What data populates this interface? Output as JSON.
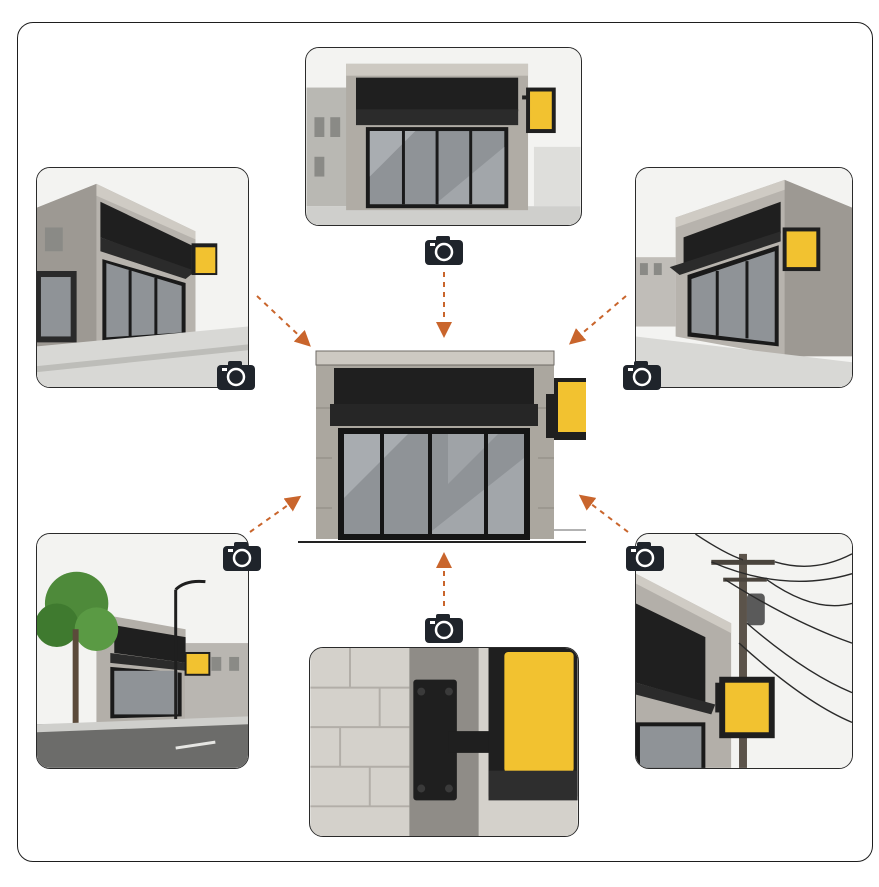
{
  "diagram": {
    "center": "storefront-front-elevation",
    "views": [
      {
        "id": "top",
        "view": "front-street-view"
      },
      {
        "id": "upper-left",
        "view": "three-quarter-left"
      },
      {
        "id": "upper-right",
        "view": "three-quarter-right"
      },
      {
        "id": "lower-left",
        "view": "street-view-with-tree-and-lamp"
      },
      {
        "id": "bottom",
        "view": "sign-bracket-closeup"
      },
      {
        "id": "lower-right",
        "view": "utility-pole-view"
      }
    ],
    "icons": {
      "camera": "camera-icon",
      "arrow": "dashed-arrow"
    }
  },
  "colors": {
    "awning": "#1f1f1f",
    "sign": "#f2c230",
    "arrow": "#c9652c",
    "wall": "#a7a39c",
    "glass": "#8f9397"
  }
}
